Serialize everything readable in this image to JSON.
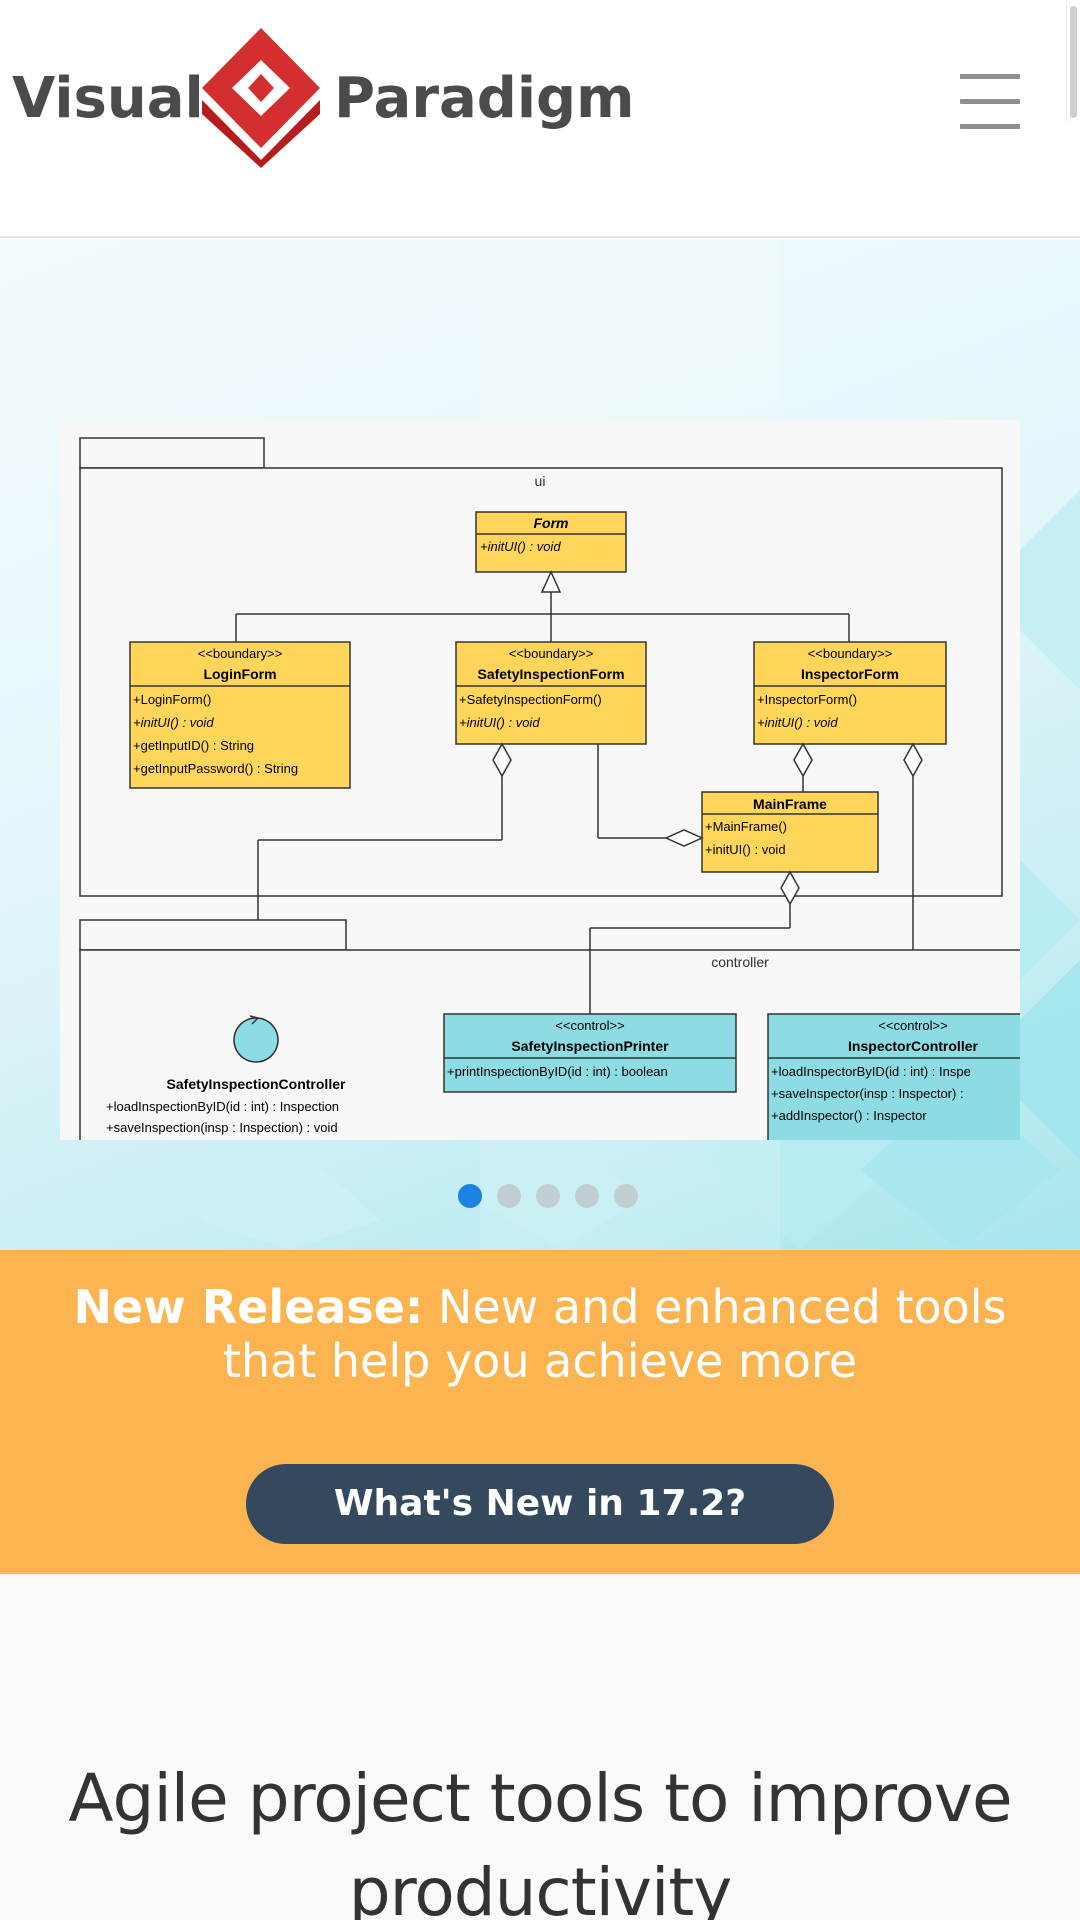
{
  "header": {
    "logo_left": "Visual",
    "logo_right": "Paradigm",
    "menu_icon": "hamburger-menu-icon",
    "brand_red": "#d32f2f"
  },
  "hero": {
    "slide_count": 5,
    "active_slide": 1,
    "diagram": {
      "packages": {
        "ui": "ui",
        "controller": "controller"
      },
      "classes": {
        "form": {
          "name": "Form",
          "ops": [
            "+initUI() : void"
          ]
        },
        "login": {
          "stereo": "<<boundary>>",
          "name": "LoginForm",
          "ops": [
            "+LoginForm()",
            "+initUI() : void",
            "+getInputID() : String",
            "+getInputPassword() : String"
          ]
        },
        "safety": {
          "stereo": "<<boundary>>",
          "name": "SafetyInspectionForm",
          "ops": [
            "+SafetyInspectionForm()",
            "+initUI() : void"
          ]
        },
        "inspector": {
          "stereo": "<<boundary>>",
          "name": "InspectorForm",
          "ops": [
            "+InspectorForm()",
            "+initUI() : void"
          ]
        },
        "mainframe": {
          "name": "MainFrame",
          "ops": [
            "+MainFrame()",
            "+initUI() : void"
          ]
        },
        "printer": {
          "stereo": "<<control>>",
          "name": "SafetyInspectionPrinter",
          "ops": [
            "+printInspectionByID(id : int) : boolean"
          ]
        },
        "icontroller": {
          "stereo": "<<control>>",
          "name": "InspectorController",
          "ops": [
            "+loadInspectorByID(id : int) : Inspe",
            "+saveInspector(insp : Inspector) :",
            "+addInspector() : Inspector"
          ]
        },
        "scontroller": {
          "name": "SafetyInspectionController",
          "ops": [
            "+loadInspectionByID(id : int) : Inspection",
            "+saveInspection(insp : Inspection) : void"
          ]
        }
      }
    }
  },
  "release": {
    "label": "New Release:",
    "text": " New and enhanced tools that help you achieve more",
    "button": "What's New in 17.2?"
  },
  "headline": "Agile project tools to improve productivity",
  "colors": {
    "banner": "#fbb44f",
    "button": "#34495e",
    "boundary_class": "#ffd65a",
    "control_class": "#8ddbe3",
    "active_dot": "#1a82e2"
  }
}
